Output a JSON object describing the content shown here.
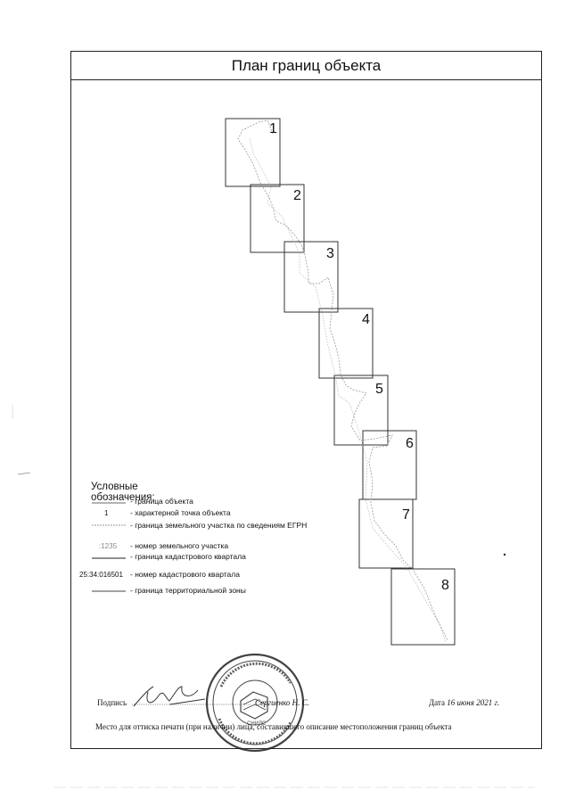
{
  "title": "План границ объекта",
  "sheets": [
    "1",
    "2",
    "3",
    "4",
    "5",
    "6",
    "7",
    "8"
  ],
  "legend": {
    "title": "Условные обозначения:",
    "items": [
      {
        "symbol": "",
        "text": "- граница объекта"
      },
      {
        "symbol": "1",
        "text": "- характерной точка объекта"
      },
      {
        "symbol": "",
        "text": "- граница земельного участка по сведениям ЕГРН"
      },
      {
        "symbol": ":1235",
        "text": "- номер земельного участка"
      },
      {
        "symbol": "",
        "text": "- граница кадастрового квартала"
      },
      {
        "symbol": "25:34:016501",
        "text": "- номер кадастрового квартала"
      },
      {
        "symbol": "",
        "text": "- граница территориальной зоны"
      }
    ]
  },
  "footer": {
    "signature_label": "Подпись",
    "signer_name": "Сергиенко Н. С.",
    "date_label": "Дата",
    "date_value": "16 июня 2021 г.",
    "stamp_note": "Место для оттиска печати (при наличии) лица, составившего описание местоположения границ объекта"
  },
  "stamp": {
    "center_text": "СНИЛС"
  }
}
